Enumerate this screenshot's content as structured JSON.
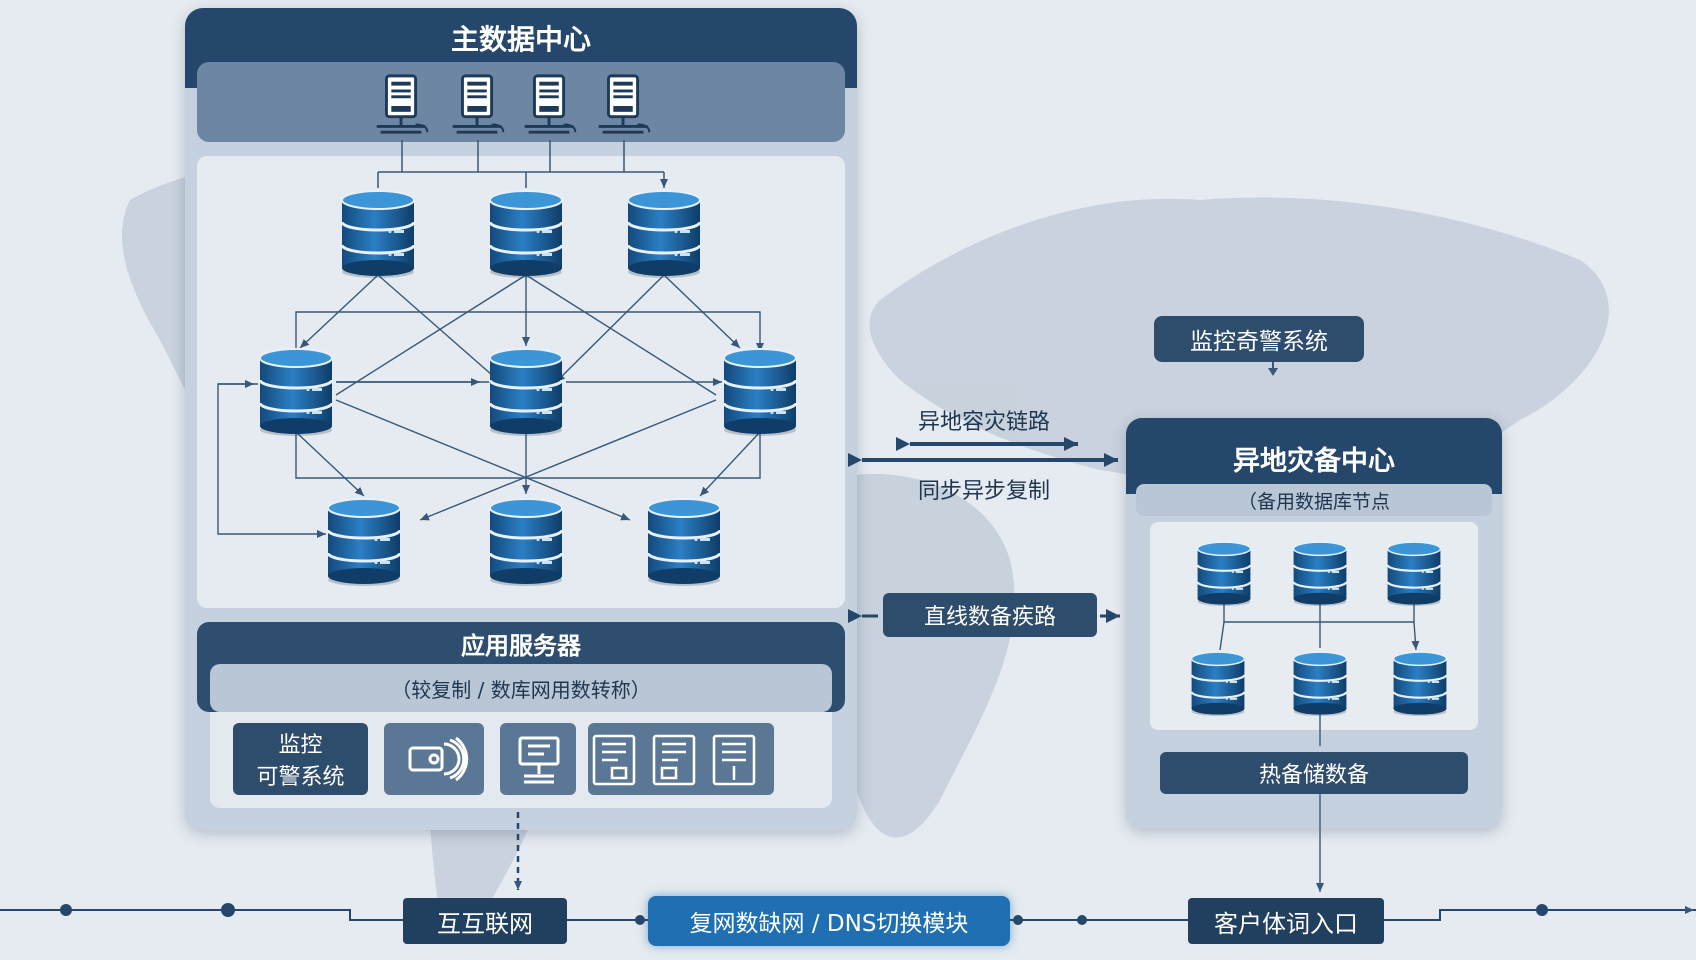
{
  "primary_dc": {
    "title": "主数据中心",
    "app_server_title": "应用服务器",
    "app_server_subtitle": "（较复制 / 数库网用数转称）",
    "monitor_label_line1": "监控",
    "monitor_label_line2": "可警系统",
    "devices": [
      "router-icon",
      "terminal-icon",
      "server-rack-icon",
      "server-rack-icon",
      "server-rack-icon"
    ]
  },
  "links": {
    "dr_link_top": "异地容灾链路",
    "dr_link_bottom": "同步异步复制",
    "dedicated_line": "直线数备疾路"
  },
  "monitor_alert": "监控奇警系统",
  "dr_center": {
    "title": "异地灾备中心",
    "subtitle": "（备用数据库节点",
    "hot_standby": "热备储数备"
  },
  "bottom_bar": {
    "internet": "互互联网",
    "dns": "复网数缺网 / DNS切换模块",
    "client": "客户体词入口"
  },
  "colors": {
    "background": "#e6ebf1",
    "dark_header": "#24476b",
    "panel": "#c7d3e0",
    "accent_blue": "#1f6fb2",
    "line": "#375878"
  }
}
